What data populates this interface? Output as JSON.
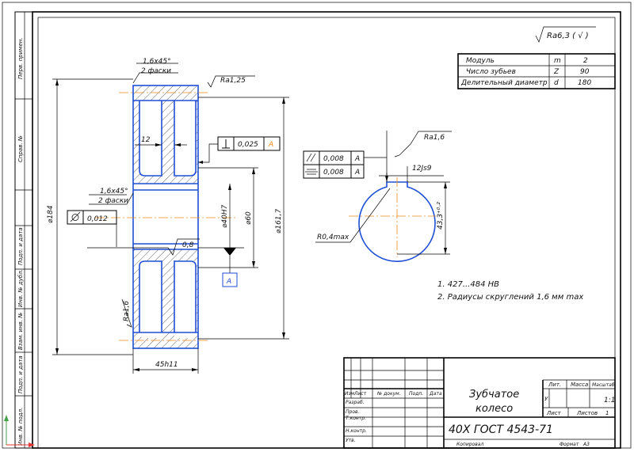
{
  "side_stamp": [
    "Перв. примен.",
    "Справ. №",
    "Подп. и дата",
    "Инв. № дубл.",
    "Взам. инв. №",
    "Подп. и дата",
    "Инв. № подл."
  ],
  "roughness_general": "Ra6,3 ( √ )",
  "param_table": [
    {
      "name": "Модуль",
      "symbol": "m",
      "value": "2"
    },
    {
      "name": "Число зубьев",
      "symbol": "Z",
      "value": "90"
    },
    {
      "name": "Делительный диаметр",
      "symbol": "d",
      "value": "180"
    }
  ],
  "dims": {
    "chamfer_top": "1,6x45°",
    "chamfer_top_note": "2 фаски",
    "chamfer_mid": "1,6x45°",
    "chamfer_mid_note": "2 фаски",
    "roughness_teeth": "Ra1,25",
    "web_width": "12",
    "perp_value": "0,025",
    "datum_ref": "A",
    "runout_value": "0,012",
    "bore_roughness": "0,8",
    "datum_label": "A",
    "bore": "⌀40H7",
    "hub": "⌀60",
    "root": "⌀161,7",
    "outer": "⌀184",
    "left_roughness": "Ra1,6",
    "width": "45h11"
  },
  "section": {
    "parallel_value": "0,008",
    "parallel_ref": "A",
    "sym_value": "0,008",
    "sym_ref": "A",
    "keyway_width": "12Js9",
    "keyway_depth": "43,3⁺⁰·²",
    "fillet": "R0,4max",
    "roughness": "Ra1,6"
  },
  "notes": [
    "1. 427...484 HB",
    "2. Радиусы скруглений 1,6 мм max"
  ],
  "title_block": {
    "part_name_1": "Зубчатое",
    "part_name_2": "колесо",
    "material": "40Х ГОСТ 4543-71",
    "col_izm": "Изм",
    "col_list": "Лист",
    "col_doc": "№ докум.",
    "col_sign": "Подп.",
    "col_date": "Дата",
    "row_razrab": "Разраб.",
    "row_prov": "Пров.",
    "row_tkontr": "Т.контр.",
    "row_nkontr": "Н.контр.",
    "row_utv": "Утв.",
    "lit": "Лит.",
    "mass": "Масса",
    "scale": "Масштаб",
    "scale_val": "1:1",
    "sheet": "Лист",
    "sheets": "Листов",
    "sheets_val": "1",
    "u_mark": "У",
    "copied": "Копировал",
    "format": "Формат",
    "format_val": "А3"
  },
  "colors": {
    "outline": "#1f4fd6",
    "centerline": "#f08a1a",
    "axis_x": "#e53935",
    "axis_y": "#43a047"
  }
}
